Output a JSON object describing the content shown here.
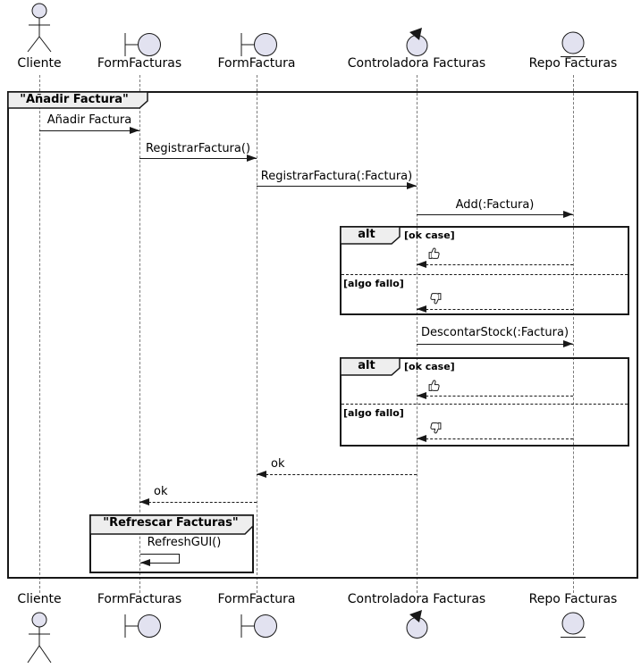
{
  "diagram_type": "uml-sequence-diagram",
  "participants": [
    {
      "name": "Cliente",
      "type": "actor"
    },
    {
      "name": "FormFacturas",
      "type": "boundary"
    },
    {
      "name": "FormFactura",
      "type": "boundary"
    },
    {
      "name": "Controladora Facturas",
      "type": "control"
    },
    {
      "name": "Repo Facturas",
      "type": "entity"
    }
  ],
  "frames": {
    "main": {
      "title": "\"Añadir Factura\""
    },
    "refresh": {
      "title": "\"Refrescar Facturas\""
    }
  },
  "alt1": {
    "operator": "alt",
    "guard_ok": "[ok case]",
    "guard_fail": "[algo fallo]"
  },
  "alt2": {
    "operator": "alt",
    "guard_ok": "[ok case]",
    "guard_fail": "[algo fallo]"
  },
  "messages": {
    "anadir": "Añadir Factura",
    "registrar": "RegistrarFactura()",
    "registrar_param": "RegistrarFactura(:Factura)",
    "add": "Add(:Factura)",
    "descontar": "DescontarStock(:Factura)",
    "ok1": "ok",
    "ok2": "ok",
    "refresh": "RefreshGUI()"
  },
  "icons": {
    "thumbs_up": "thumbs-up-icon",
    "thumbs_down": "thumbs-down-icon"
  },
  "colors": {
    "line": "#181818",
    "participant_fill": "#E2E2F0",
    "frame_tab_fill": "#EEEEEE",
    "background": "#FFFFFF"
  }
}
